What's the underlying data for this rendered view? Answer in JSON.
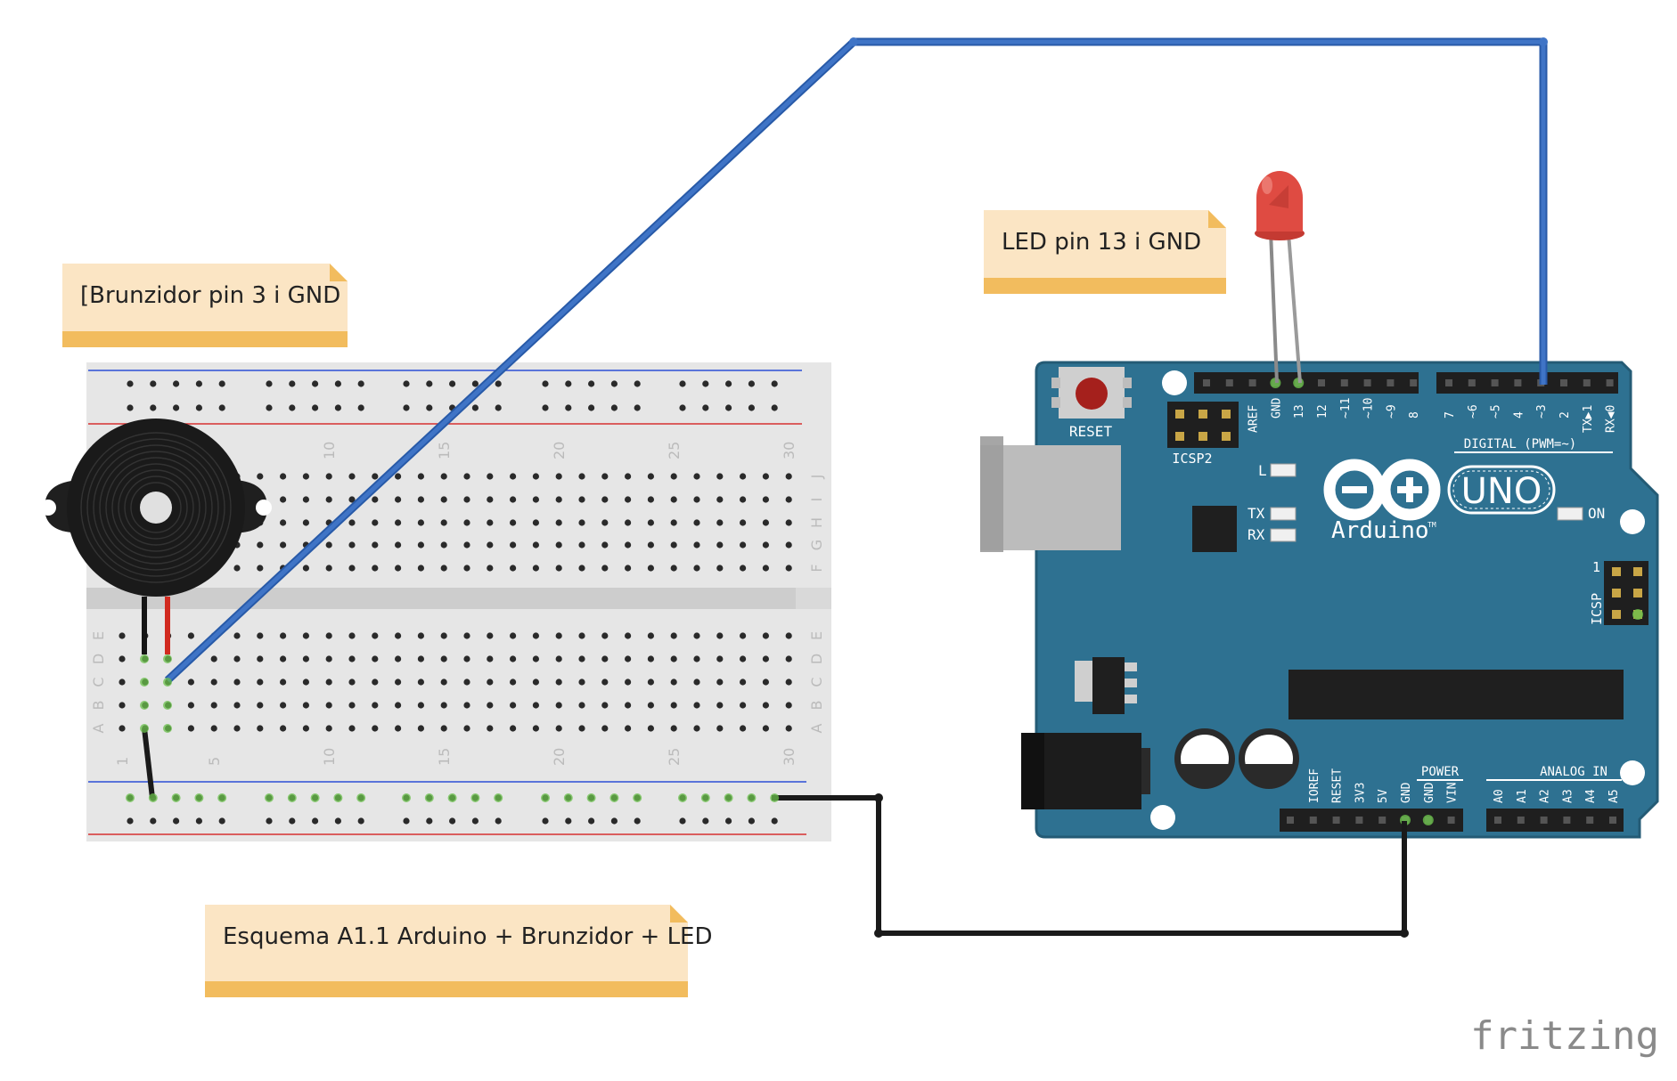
{
  "notes": {
    "buzzer": "[Brunzidor pin 3 i GND",
    "led": "LED pin 13 i GND",
    "caption": "Esquema A1.1 Arduino + Brunzidor + LED"
  },
  "breadboard": {
    "column_numbers": [
      "1",
      "5",
      "10",
      "15",
      "20",
      "25",
      "30"
    ],
    "rows_top": [
      "J",
      "I",
      "H",
      "G",
      "F"
    ],
    "rows_bottom": [
      "E",
      "D",
      "C",
      "B",
      "A"
    ]
  },
  "arduino": {
    "reset_label": "RESET",
    "icsp2_label": "ICSP2",
    "icsp_label": "ICSP",
    "icsp_pin1": "1",
    "digital_label": "DIGITAL (PWM=~)",
    "digital_pins": [
      "AREF",
      "GND",
      "13",
      "12",
      "~11",
      "~10",
      "~9",
      "8",
      "7",
      "~6",
      "~5",
      "4",
      "~3",
      "2",
      "TX▶1",
      "RX◀0"
    ],
    "led_l": "L",
    "led_tx": "TX",
    "led_rx": "RX",
    "led_on": "ON",
    "brand": "Arduino",
    "tm": "TM",
    "model": "UNO",
    "power_label": "POWER",
    "power_pins": [
      "IOREF",
      "RESET",
      "3V3",
      "5V",
      "GND",
      "GND",
      "VIN"
    ],
    "analog_label": "ANALOG IN",
    "analog_pins": [
      "A0",
      "A1",
      "A2",
      "A3",
      "A4",
      "A5"
    ]
  },
  "watermark": "fritzing",
  "colors": {
    "wire_blue": "#3f74c6",
    "wire_black": "#1a1a1a",
    "board_blue": "#2e7191",
    "note_fill": "#fbe5c4",
    "note_band": "#f2bc5e",
    "led_red": "#d9443c"
  }
}
